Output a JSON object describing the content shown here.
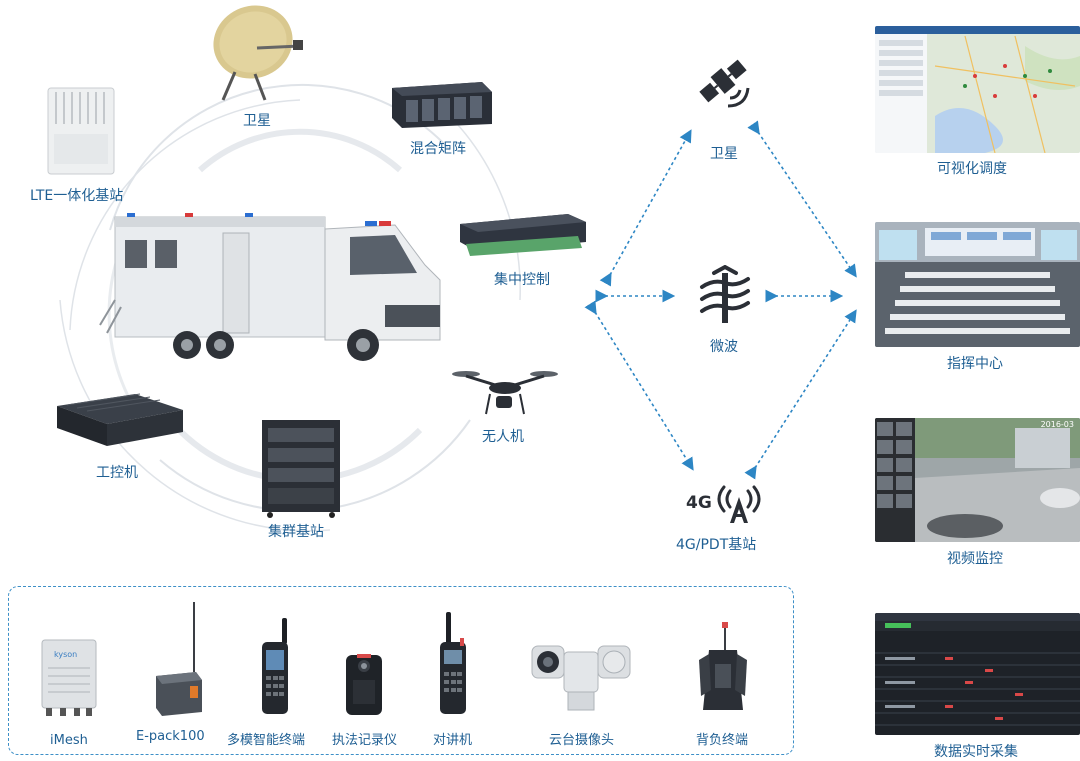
{
  "colors": {
    "label": "#1f5f93",
    "link": "#2d86c4",
    "arc": "#d9dde2",
    "icon_dark": "#2b2f36"
  },
  "vehicle_hub": {
    "satellite_dish": "卫星",
    "hybrid_matrix": "混合矩阵",
    "lte_base_station": "LTE一体化基站",
    "central_control": "集中控制",
    "drone": "无人机",
    "industrial_pc": "工控机",
    "trunk_base_station": "集群基站"
  },
  "links": {
    "satellite": "卫星",
    "microwave": "微波",
    "cellular": "4G/PDT基站",
    "cellular_icon_text": "4G"
  },
  "applications": [
    {
      "label": "可视化调度"
    },
    {
      "label": "指挥中心"
    },
    {
      "label": "视频监控"
    },
    {
      "label": "数据实时采集"
    }
  ],
  "video_timestamp": "2016-03",
  "terminals": [
    {
      "label": "iMesh",
      "brand": "kyson"
    },
    {
      "label": "E-pack100"
    },
    {
      "label": "多模智能终端"
    },
    {
      "label": "执法记录仪"
    },
    {
      "label": "对讲机"
    },
    {
      "label": "云台摄像头"
    },
    {
      "label": "背负终端"
    }
  ]
}
